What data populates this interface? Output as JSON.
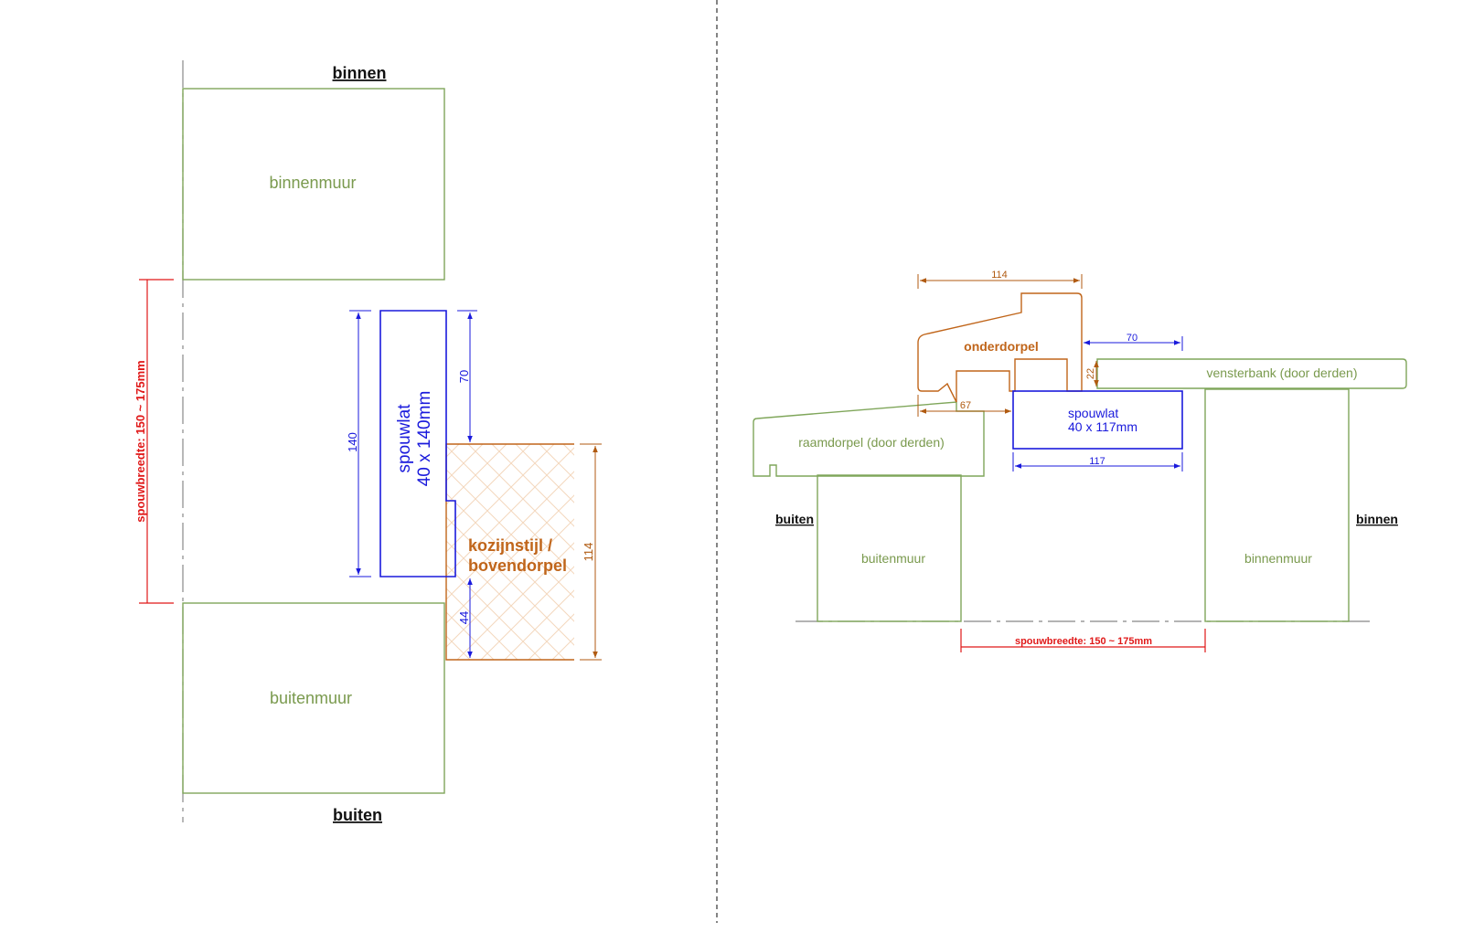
{
  "colors": {
    "wall": "#7fa65a",
    "frame": "#c0651a",
    "spouwlat": "#1a1adc",
    "cavity_dimension": "#e01818"
  },
  "left_detail": {
    "label_top": "binnen",
    "label_bottom": "buiten",
    "inner_wall": "binnenmuur",
    "outer_wall": "buitenmuur",
    "spouwlat_line1": "spouwlat",
    "spouwlat_line2": "40 x 140mm",
    "frame_line1": "kozijnstijl /",
    "frame_line2": "bovendorpel",
    "dim_spouwlat": "140",
    "dim_top_gap": "70",
    "dim_frame": "114",
    "dim_bottom": "44",
    "cavity": "spouwbreedte: 150 ~ 175mm"
  },
  "right_detail": {
    "label_outside": "buiten",
    "label_inside": "binnen",
    "sill": "onderdorpel",
    "window_sill": "vensterbank (door derden)",
    "outer_sill": "raamdorpel (door derden)",
    "spouwlat_line1": "spouwlat",
    "spouwlat_line2": "40 x 117mm",
    "outer_wall": "buitenmuur",
    "inner_wall": "binnenmuur",
    "dim_sill_width": "114",
    "dim_offset": "70",
    "dim_height": "22",
    "dim_overhang": "67",
    "dim_spouwlat": "117",
    "cavity": "spouwbreedte: 150 ~ 175mm"
  }
}
